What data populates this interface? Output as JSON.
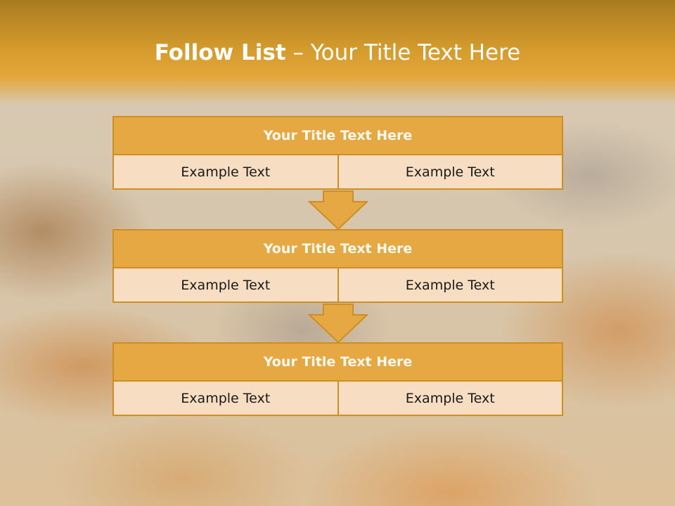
{
  "slide": {
    "title_bold": "Follow List",
    "title_rest": " – Your Title Text Here"
  },
  "blocks": [
    {
      "title": "Your Title Text Here",
      "cells": [
        "Example Text",
        "Example Text"
      ]
    },
    {
      "title": "Your Title Text Here",
      "cells": [
        "Example Text",
        "Example Text"
      ]
    },
    {
      "title": "Your Title Text Here",
      "cells": [
        "Example Text",
        "Example Text"
      ]
    }
  ],
  "colors": {
    "accent": "#e6a843",
    "border": "#cf8e22",
    "cell_fill": "#f7ddc1",
    "title_text": "#ffffff"
  }
}
